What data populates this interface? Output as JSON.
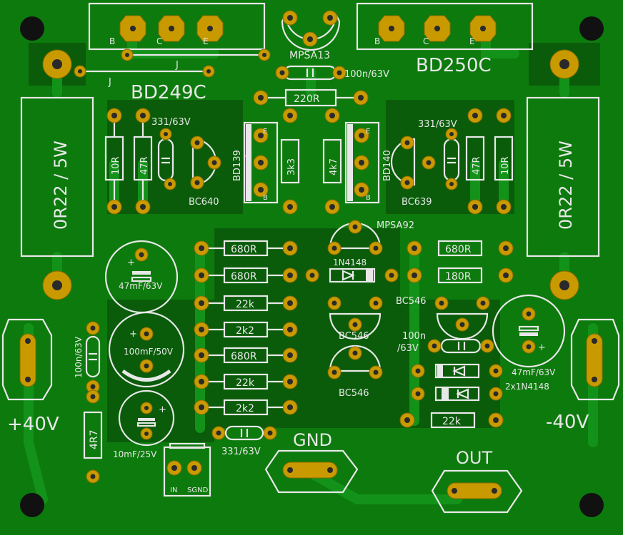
{
  "board": {
    "colors": {
      "copper": "#0d7a0d",
      "plane": "#0a5c0a",
      "trace": "#13921a",
      "pad": "#c99a00",
      "silk": "#e8e8e8"
    }
  },
  "labels": {
    "q_left_name": "BD249C",
    "q_right_name": "BD250C",
    "q_b": "B",
    "q_c": "C",
    "q_e": "E",
    "jumper": "J",
    "mpsa13": "MPSA13",
    "cap_100n_top": "100n/63V",
    "r_220": "220R",
    "cap_331_left": "331/63V",
    "cap_331_right": "331/63V",
    "r_10r": "10R",
    "r_47r": "47R",
    "bc640": "BC640",
    "bc639": "BC639",
    "bd139": "BD139",
    "bd140": "BD140",
    "r_3k3": "3k3",
    "r_4k7": "4k7",
    "r_or22": "0R22 / 5W",
    "mpsa92": "MPSA92",
    "r_680": "680R",
    "r_180": "180R",
    "d_1n4148": "1N4148",
    "r_22k": "22k",
    "r_2k2": "2k2",
    "cap_47mf_left": "47mF/63V",
    "cap_47mf_right": "47mF/63V",
    "cap_100mf": "100mF/50V",
    "cap_10mf": "10mF/25V",
    "cap_100n_left": "100n/63V",
    "cap_100n_right_1": "100n",
    "cap_100n_right_2": "/63V",
    "bc546": "BC546",
    "diodes_2x": "2x1N4148",
    "r_4r7": "4R7",
    "cap_331_bottom": "331/63V",
    "plus40": "+40V",
    "minus40": "-40V",
    "gnd": "GND",
    "out": "OUT",
    "in_label": "IN",
    "sgnd_label": "SGND",
    "plus_sign": "+"
  }
}
